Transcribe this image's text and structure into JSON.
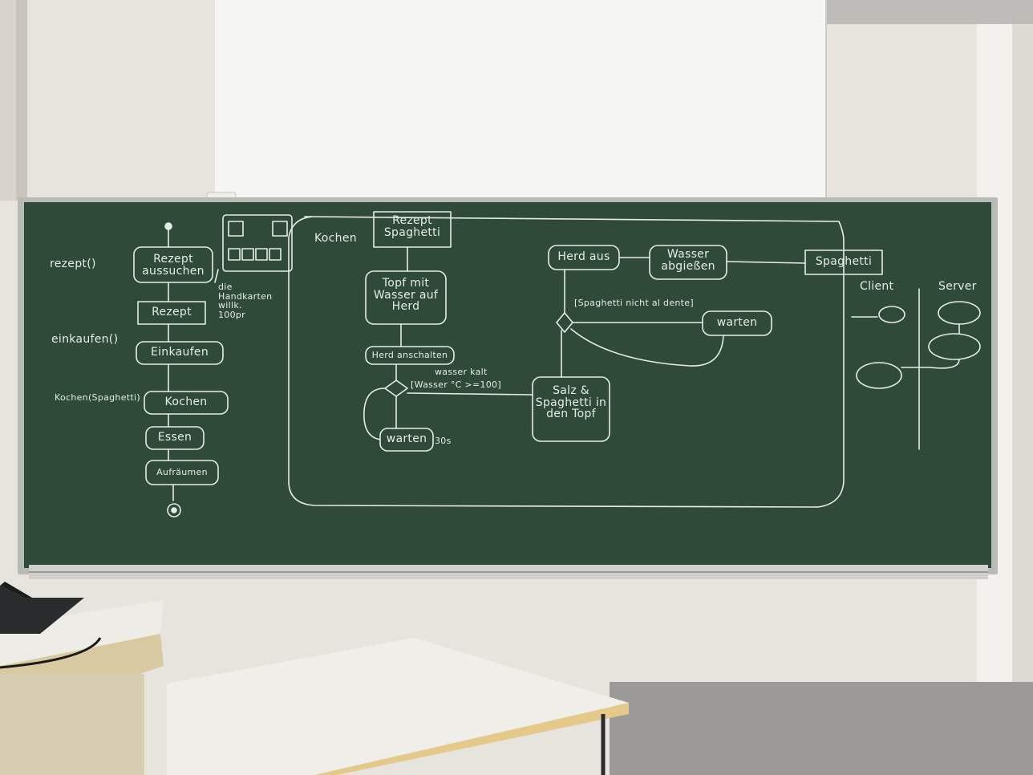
{
  "scene": {
    "board_color": "#2f4a39",
    "chalk_color": "#e6ece6",
    "wall_color": "#ebe8e2",
    "projector_screen_color": "#f6f6f4",
    "desk_color": "#eeece6"
  },
  "board": {
    "left_column": {
      "nodes": [
        "Rezept aussuchen",
        "Rezept",
        "Einkaufen",
        "Kochen",
        "Essen",
        "Aufräumen"
      ],
      "side_labels": [
        "rezept()",
        "einkaufen()",
        "Kochen(Spaghetti)"
      ]
    },
    "card_note": "die Handkarten willk. 100pr",
    "activity": {
      "label": "Kochen",
      "param": "Rezept Spaghetti",
      "nodes": {
        "topf": "Topf mit Wasser auf Herd",
        "herd_an": "Herd anschalten",
        "warten_loop": "warten",
        "warten_loop_suffix": "30s",
        "salz": "Salz & Spaghetti in den Topf",
        "herd_aus": "Herd aus",
        "abgiessen": "Wasser abgießen",
        "warten_done": "warten",
        "output": "Spaghetti"
      },
      "guards": {
        "wasser_kalt": "wasser kalt",
        "temp": "[Wasser °C >=100]",
        "al_dente": "[Spaghetti nicht al dente]"
      }
    },
    "client_server": {
      "client": "Client",
      "server": "Server"
    }
  }
}
